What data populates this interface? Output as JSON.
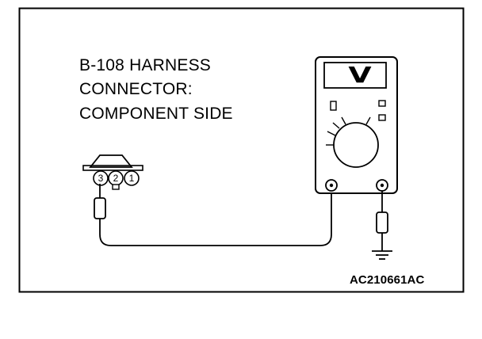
{
  "title": {
    "lines": [
      "B-108 HARNESS",
      "CONNECTOR:",
      "COMPONENT SIDE"
    ]
  },
  "connector": {
    "pins": [
      "3",
      "2",
      "1"
    ]
  },
  "meter": {
    "readout": "V"
  },
  "figure_code": "AC210661AC"
}
